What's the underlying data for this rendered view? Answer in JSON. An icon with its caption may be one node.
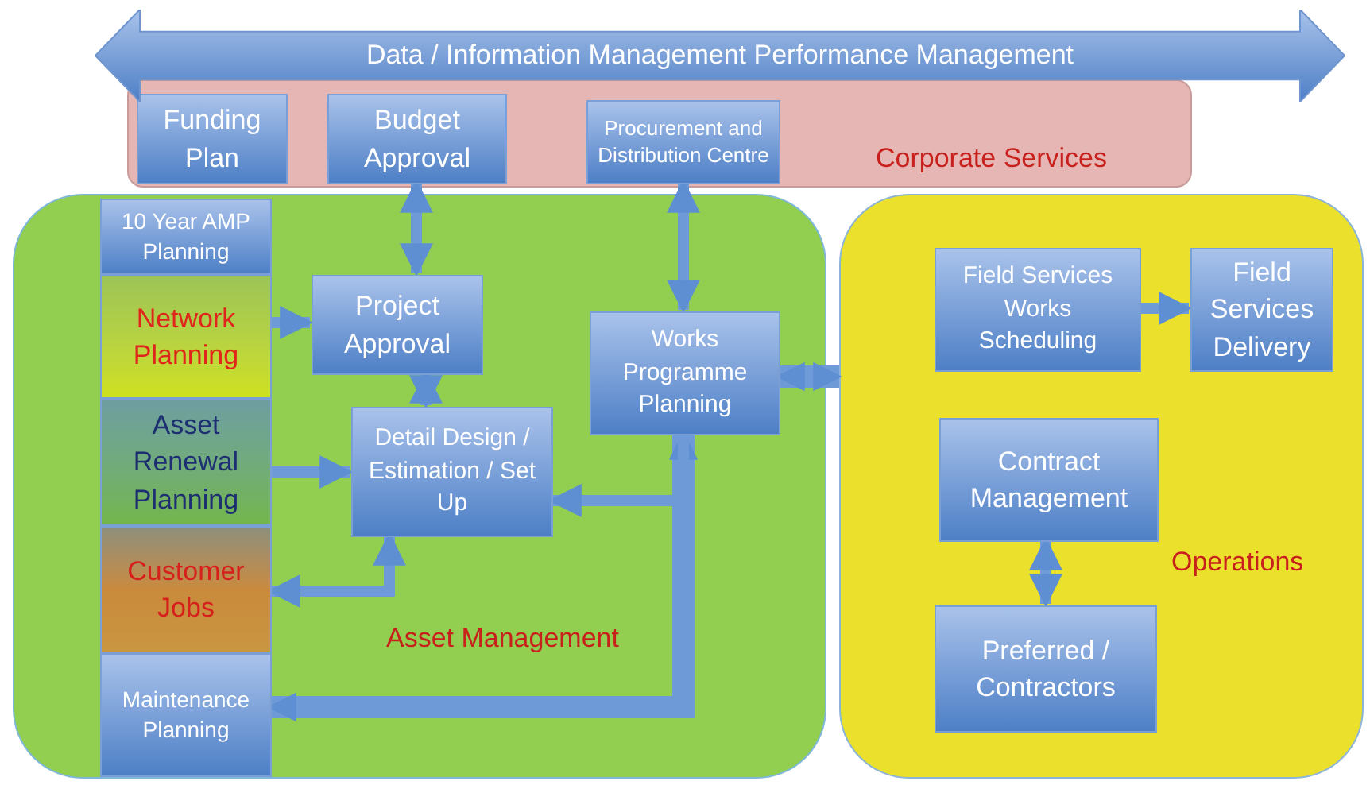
{
  "diagram": {
    "nodes": [
      {
        "text": [
          "Data / Information Management Performance Management"
        ]
      },
      {
        "text": [
          "Corporate Services"
        ]
      },
      {
        "text": [
          "Funding Plan"
        ],
        "in": 1
      },
      {
        "text": [
          "Budget Approval"
        ],
        "in": 1
      },
      {
        "text": [
          "Procurement and Distribution Centre"
        ],
        "in": 1
      },
      {
        "text": [
          "Asset Management"
        ]
      },
      {
        "text": [
          "10 Year AMP Planning"
        ],
        "in": 5
      },
      {
        "text": [
          "Network Planning"
        ],
        "in": 5
      },
      {
        "text": [
          "Asset Renewal Planning"
        ],
        "in": 5
      },
      {
        "text": [
          "Customer Jobs"
        ],
        "in": 5
      },
      {
        "text": [
          "Maintenance Planning"
        ],
        "in": 5
      },
      {
        "text": [
          "Project Approval"
        ],
        "in": 5
      },
      {
        "text": [
          "Detail Design / Estimation / Set Up"
        ],
        "in": 5
      },
      {
        "text": [
          "Works Programme Planning"
        ],
        "in": 5
      },
      {
        "text": [
          "Operations"
        ]
      },
      {
        "text": [
          "Field Services Works Scheduling"
        ],
        "in": 14
      },
      {
        "text": [
          "Field Services Delivery"
        ],
        "in": 14
      },
      {
        "text": [
          "Contract Management"
        ],
        "in": 14
      },
      {
        "text": [
          "Preferred / Contractors"
        ],
        "in": 14
      }
    ],
    "edges": [
      {
        "from": 3,
        "to": 11,
        "arrow": "both"
      },
      {
        "from": 4,
        "to": 13,
        "arrow": "both"
      },
      {
        "from": 7,
        "to": 11,
        "arrow": "to"
      },
      {
        "from": 11,
        "to": 12,
        "arrow": "both"
      },
      {
        "from": 8,
        "to": 12,
        "arrow": "to"
      },
      {
        "from": 10,
        "to": 13,
        "arrow": "both",
        "style": "thick"
      },
      {
        "from": 13,
        "to": 12,
        "arrow": "to"
      },
      {
        "from": 12,
        "to": 9,
        "arrow": "both"
      },
      {
        "from": 13,
        "to": 14,
        "arrow": "both",
        "style": "thick"
      },
      {
        "from": 15,
        "to": 16,
        "arrow": "to"
      },
      {
        "from": 17,
        "to": 18,
        "arrow": "both"
      }
    ]
  }
}
